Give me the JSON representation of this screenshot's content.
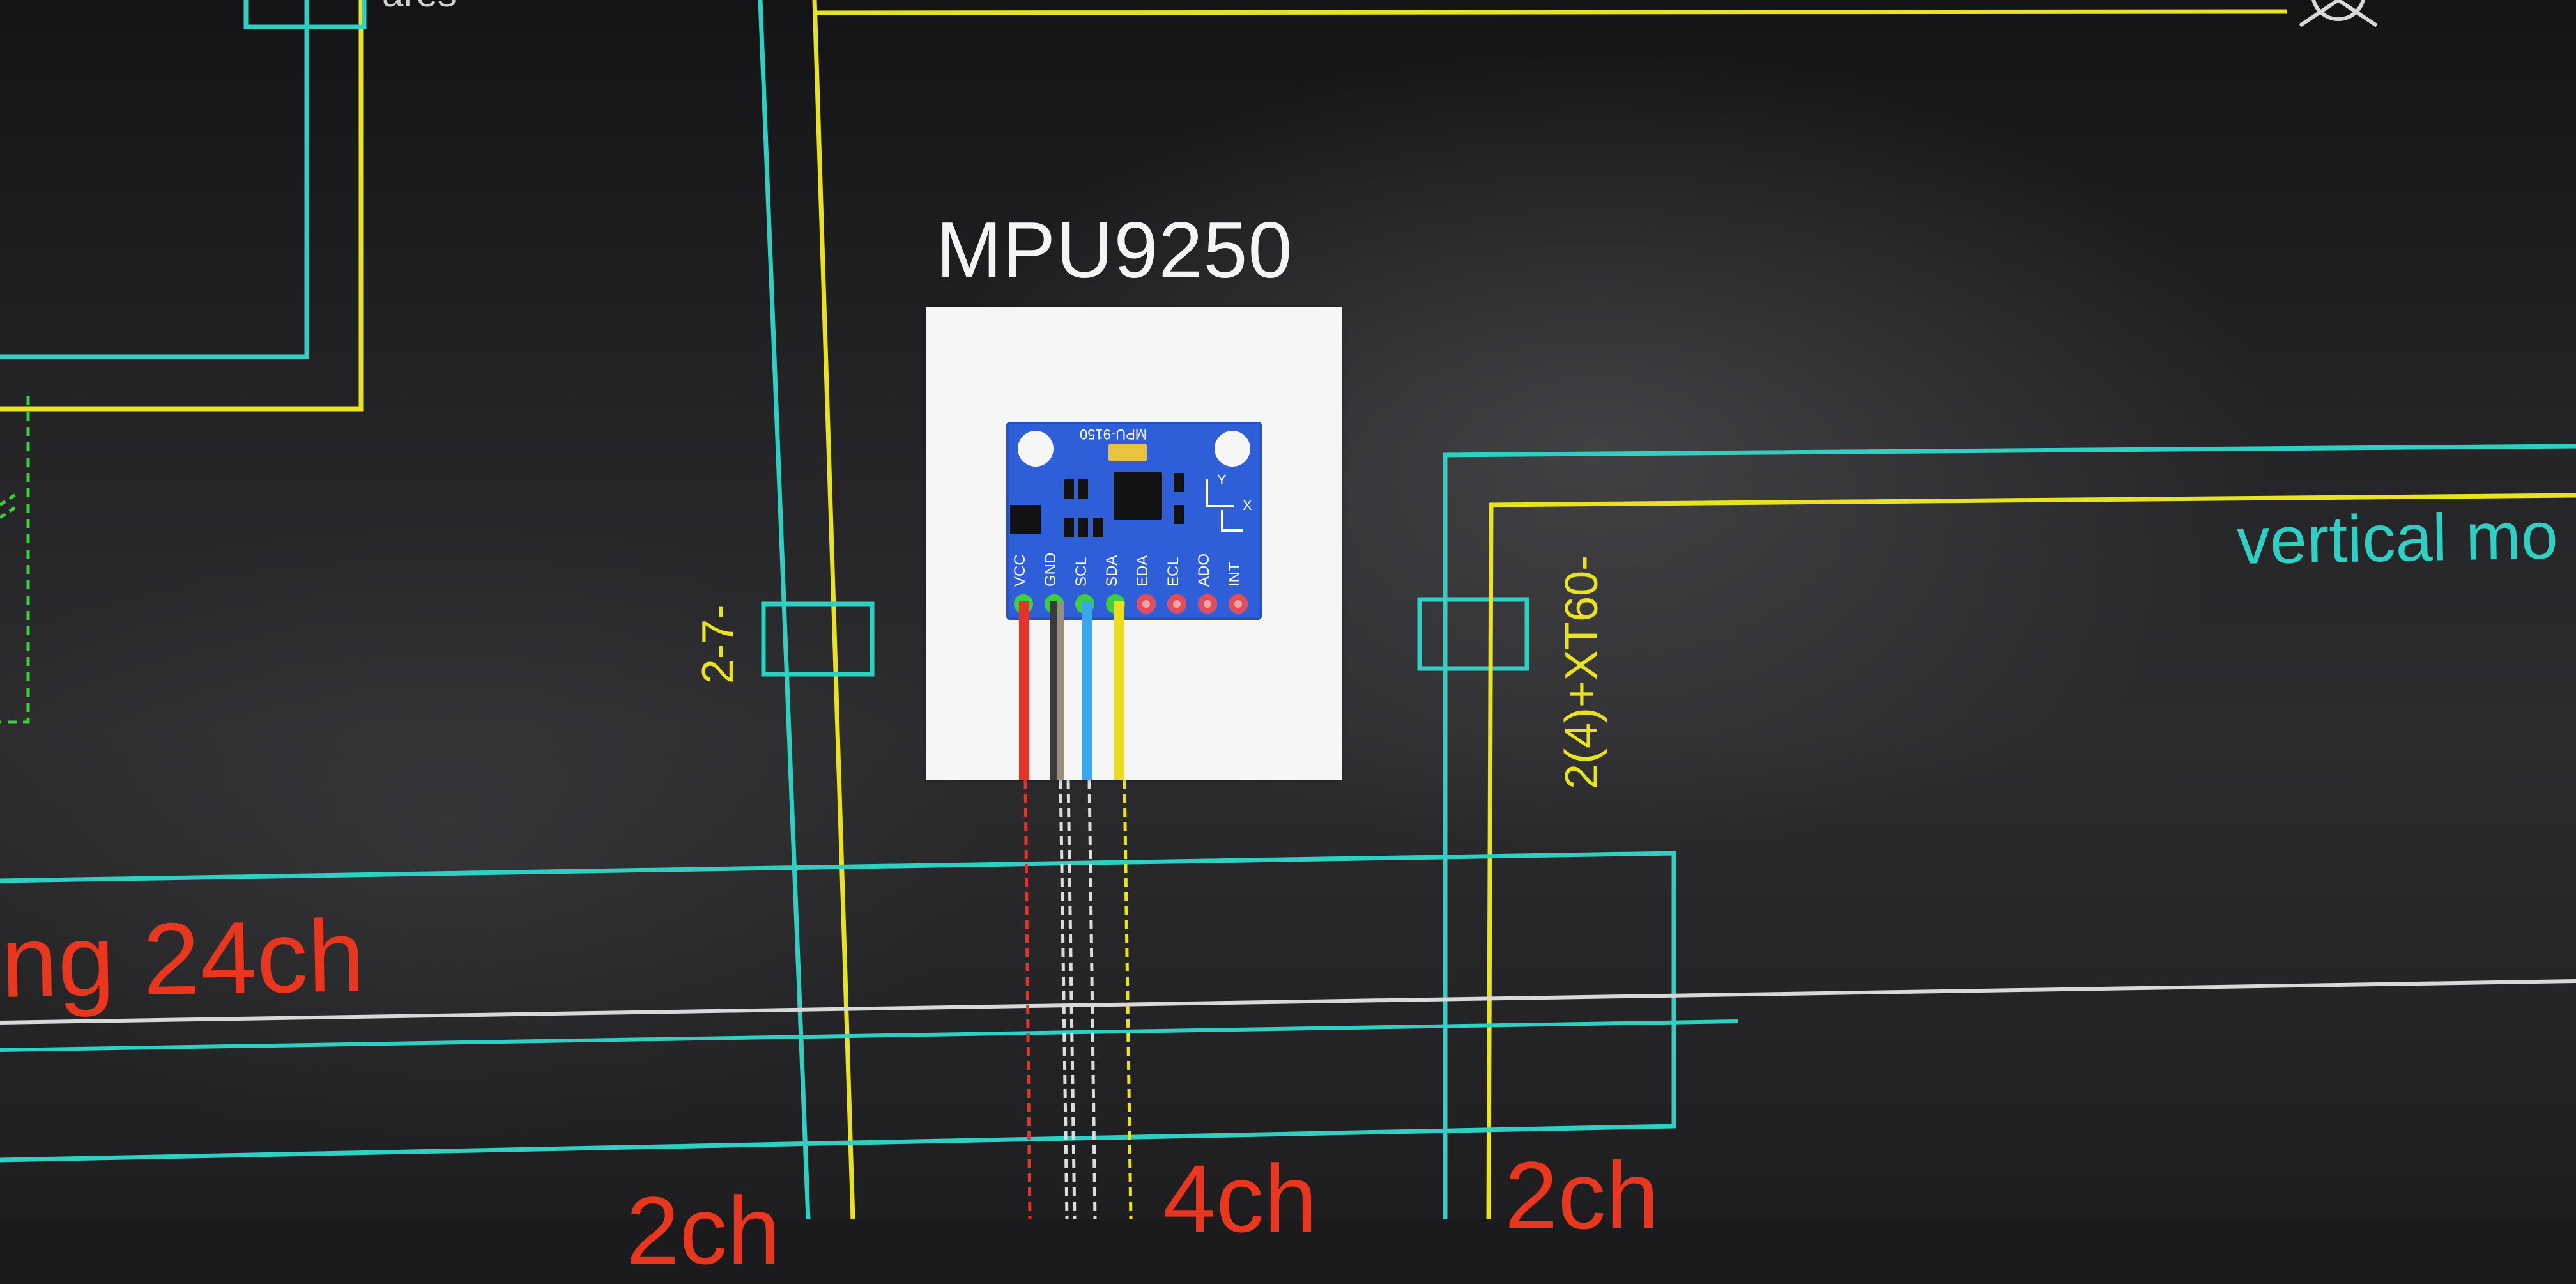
{
  "module": {
    "title": "MPU9250",
    "board_label": "MPU-9150",
    "pins": [
      "VCC",
      "GND",
      "SCL",
      "SDA",
      "EDA",
      "ECL",
      "ADO",
      "INT"
    ],
    "axis_labels": [
      "Y",
      "X"
    ]
  },
  "labels": {
    "left_connector": "2-7-",
    "right_connector": "2(4)+XT60-",
    "vertical_mode": "vertical mo",
    "channels_24": "ng 24ch",
    "channels_4": "4ch",
    "channels_2": "2ch",
    "channels_partial": "2ch",
    "top_text": "ares"
  },
  "colors": {
    "teal_wire": "#2fd0c4",
    "yellow_wire": "#e9e21f",
    "red_text": "#e8361f",
    "green_dashed": "#3ecf3a",
    "white_line": "#d8d8d8",
    "wire_vcc": "#e2352a",
    "wire_gnd_a": "#3b3b3b",
    "wire_gnd_b": "#9a8f7a",
    "wire_scl": "#3aa6ee",
    "wire_sda": "#f0dc1e"
  }
}
